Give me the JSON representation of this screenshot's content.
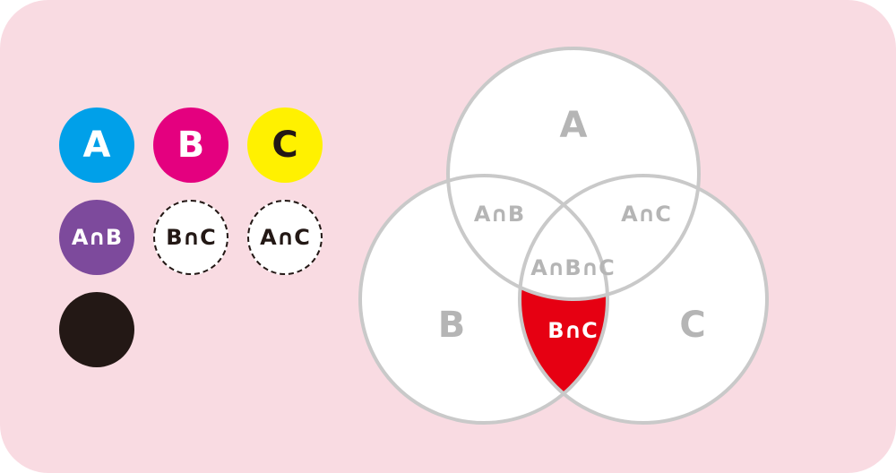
{
  "chips": [
    {
      "key": "a",
      "label": "A",
      "bg": "#00a0e9",
      "fg": "#ffffff",
      "dashed": false
    },
    {
      "key": "b",
      "label": "B",
      "bg": "#e4007f",
      "fg": "#ffffff",
      "dashed": false
    },
    {
      "key": "c",
      "label": "C",
      "bg": "#fff100",
      "fg": "#231815",
      "dashed": false
    },
    {
      "key": "ab",
      "label": "A∩B",
      "bg": "#7d4a9c",
      "fg": "#ffffff",
      "dashed": false
    },
    {
      "key": "bc",
      "label": "B∩C",
      "bg": "#ffffff",
      "fg": "#231815",
      "dashed": true
    },
    {
      "key": "ac",
      "label": "A∩C",
      "bg": "#ffffff",
      "fg": "#231815",
      "dashed": true
    },
    {
      "key": "abc",
      "label": "",
      "bg": "#231815",
      "fg": "#ffffff",
      "dashed": false
    }
  ],
  "venn": {
    "labels": {
      "a": "A",
      "b": "B",
      "c": "C",
      "ab": "A∩B",
      "ac": "A∩C",
      "abc": "A∩B∩C",
      "bc": "B∩C"
    },
    "highlight_region": "B∩C",
    "colors": {
      "background": "#f9dbe2",
      "circle_fill": "#ffffff",
      "circle_stroke": "#c9c9c9",
      "label": "#b5b5b5",
      "highlight_fill": "#e60012",
      "highlight_stroke": "#231815",
      "highlight_label": "#ffffff"
    }
  }
}
